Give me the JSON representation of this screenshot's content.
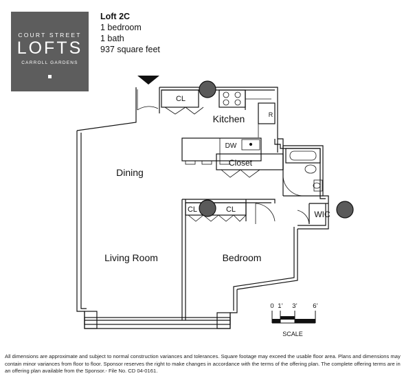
{
  "brand": {
    "line1": "COURT STREET",
    "line2": "LOFTS",
    "line3": "CARROLL GARDENS"
  },
  "unit": {
    "title": "Loft 2C",
    "bedrooms": "1 bedroom",
    "baths": "1 bath",
    "area": "937 square feet"
  },
  "rooms": {
    "kitchen": "Kitchen",
    "dining": "Dining",
    "living": "Living Room",
    "bedroom": "Bedroom",
    "closet": "Closet",
    "wic": "WIC",
    "cl": "CL",
    "dw": "DW",
    "r": "R"
  },
  "scale": {
    "ticks": [
      "0",
      "1’",
      "3’",
      "6’"
    ],
    "label": "SCALE"
  },
  "disclaimer": "All dimensions are approximate and subject to normal construction variances and tolerances. Square footage may exceed the usable floor area. Plans and dimensions may contain minor variances from floor to floor. Sponsor reserves the right to make changes in accordance with the terms of the offering plan.  The complete offering terms are in an offering plan available from the Sponsor.- File No. CD 04-0161."
}
